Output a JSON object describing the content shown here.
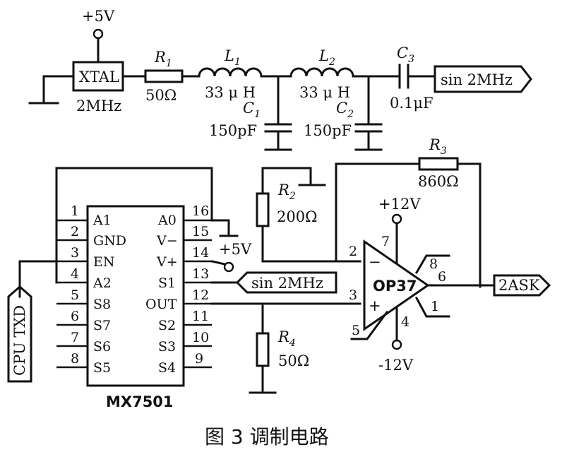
{
  "power": {
    "vcc_top": "+5V",
    "vcc_mux": "+5V",
    "vpos": "+12V",
    "vneg": "-12V"
  },
  "oscillator": {
    "label": "XTAL",
    "freq": "2MHz"
  },
  "r1": {
    "name": "R",
    "sub": "1",
    "value": "50Ω"
  },
  "l1": {
    "name": "L",
    "sub": "1",
    "value": "33 μ H"
  },
  "l2": {
    "name": "L",
    "sub": "2",
    "value": "33 μ H"
  },
  "c1": {
    "name": "C",
    "sub": "1",
    "value": "150pF"
  },
  "c2": {
    "name": "C",
    "sub": "2",
    "value": "150pF"
  },
  "c3": {
    "name": "C",
    "sub": "3",
    "value": "0.1μF"
  },
  "sin_out_label": "sin 2MHz",
  "sin_in_label": "sin 2MHz",
  "r2": {
    "name": "R",
    "sub": "2",
    "value": "200Ω"
  },
  "r3": {
    "name": "R",
    "sub": "3",
    "value": "860Ω"
  },
  "r4": {
    "name": "R",
    "sub": "4",
    "value": "50Ω"
  },
  "opamp": {
    "label": "OP37",
    "minus": "−",
    "plus": "+",
    "pins": [
      "2",
      "3",
      "7",
      "4",
      "6",
      "8",
      "1",
      "5"
    ]
  },
  "ask_label": "2ASK",
  "cpu_label": "CPU TXD",
  "mux": {
    "name": "MX7501",
    "left_pins": [
      {
        "num": "1",
        "name": "A1"
      },
      {
        "num": "2",
        "name": "GND"
      },
      {
        "num": "3",
        "name": "EN"
      },
      {
        "num": "4",
        "name": "A2"
      },
      {
        "num": "5",
        "name": "S8"
      },
      {
        "num": "6",
        "name": "S7"
      },
      {
        "num": "7",
        "name": "S6"
      },
      {
        "num": "8",
        "name": "S5"
      }
    ],
    "right_pins": [
      {
        "num": "16",
        "name": "A0"
      },
      {
        "num": "15",
        "name": "V−"
      },
      {
        "num": "14",
        "name": "V+"
      },
      {
        "num": "13",
        "name": "S1"
      },
      {
        "num": "12",
        "name": "OUT"
      },
      {
        "num": "11",
        "name": "S2"
      },
      {
        "num": "10",
        "name": "S3"
      },
      {
        "num": "9",
        "name": "S4"
      }
    ]
  },
  "caption": "图 3  调制电路"
}
